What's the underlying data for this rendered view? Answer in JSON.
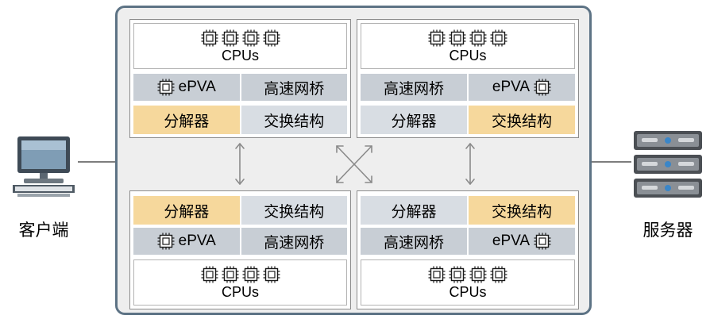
{
  "client": {
    "label": "客户端",
    "icon": "computer-icon"
  },
  "server": {
    "label": "服务器",
    "icon": "server-rack-icon"
  },
  "modules": [
    {
      "cpu_label": "CPUs",
      "epva_label": "ePVA",
      "bridge_label": "高速网桥",
      "disagg_label": "分解器",
      "fabric_label": "交换结构",
      "highlight": "分解器"
    },
    {
      "cpu_label": "CPUs",
      "epva_label": "ePVA",
      "bridge_label": "高速网桥",
      "disagg_label": "分解器",
      "fabric_label": "交换结构",
      "highlight": "交换结构"
    },
    {
      "cpu_label": "CPUs",
      "epva_label": "ePVA",
      "bridge_label": "高速网桥",
      "disagg_label": "分解器",
      "fabric_label": "交换结构",
      "highlight": "分解器"
    },
    {
      "cpu_label": "CPUs",
      "epva_label": "ePVA",
      "bridge_label": "高速网桥",
      "disagg_label": "分解器",
      "fabric_label": "交换结构",
      "highlight": "交换结构"
    }
  ],
  "colors": {
    "chassis_border": "#5d7385",
    "chassis_fill": "#eeeeee",
    "highlight": "#f6d89c",
    "bar": "#c8ced5",
    "arrow": "#8a8a8a"
  }
}
